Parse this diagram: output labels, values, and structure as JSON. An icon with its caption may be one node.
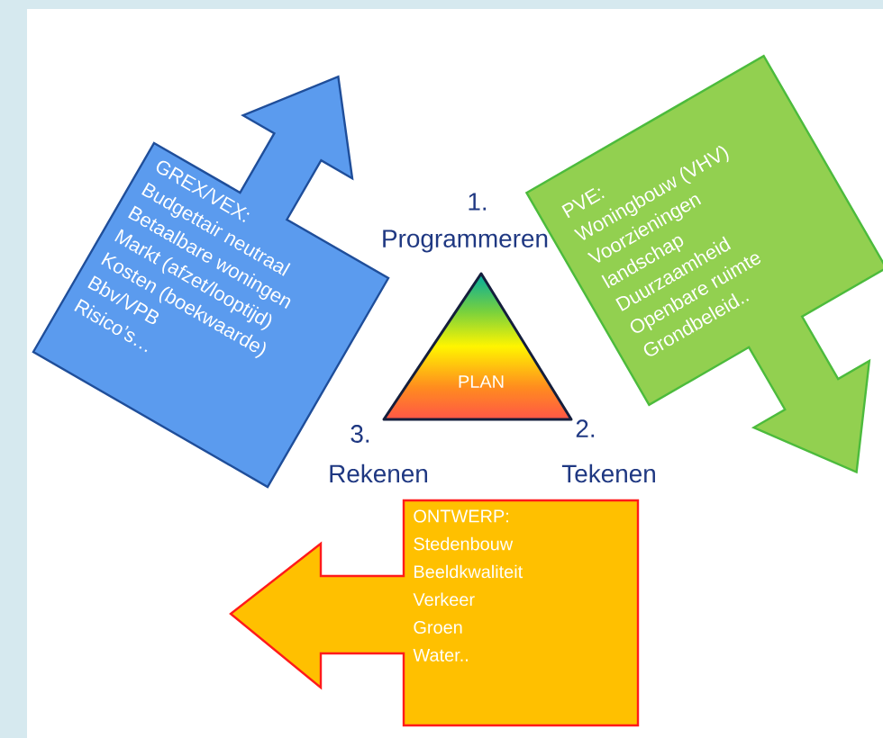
{
  "diagram": {
    "nodes": [
      {
        "text": [
          "GREX/VEX:",
          "Budgettair neutraal",
          "Betaalbare woningen",
          "Markt (afzet/looptijd)",
          "Kosten (boekwaarde)",
          "Bbv/VPB",
          "Risico’s…"
        ]
      },
      {
        "text": [
          "PVE:",
          "Woningbouw (VHV)",
          "Voorzieningen",
          "landschap",
          "Duurzaamheid",
          "Openbare ruimte",
          "Grondbeleid.."
        ]
      },
      {
        "text": [
          "PLAN"
        ]
      },
      {
        "text": [
          "ONTWERP:",
          "Stedenbouw",
          "Beeldkwaliteit",
          "Verkeer",
          "Groen",
          "Water.."
        ]
      }
    ],
    "labels": [
      "1.",
      "Programmeren",
      "3.",
      "2.",
      "Rekenen",
      "Tekenen"
    ]
  }
}
